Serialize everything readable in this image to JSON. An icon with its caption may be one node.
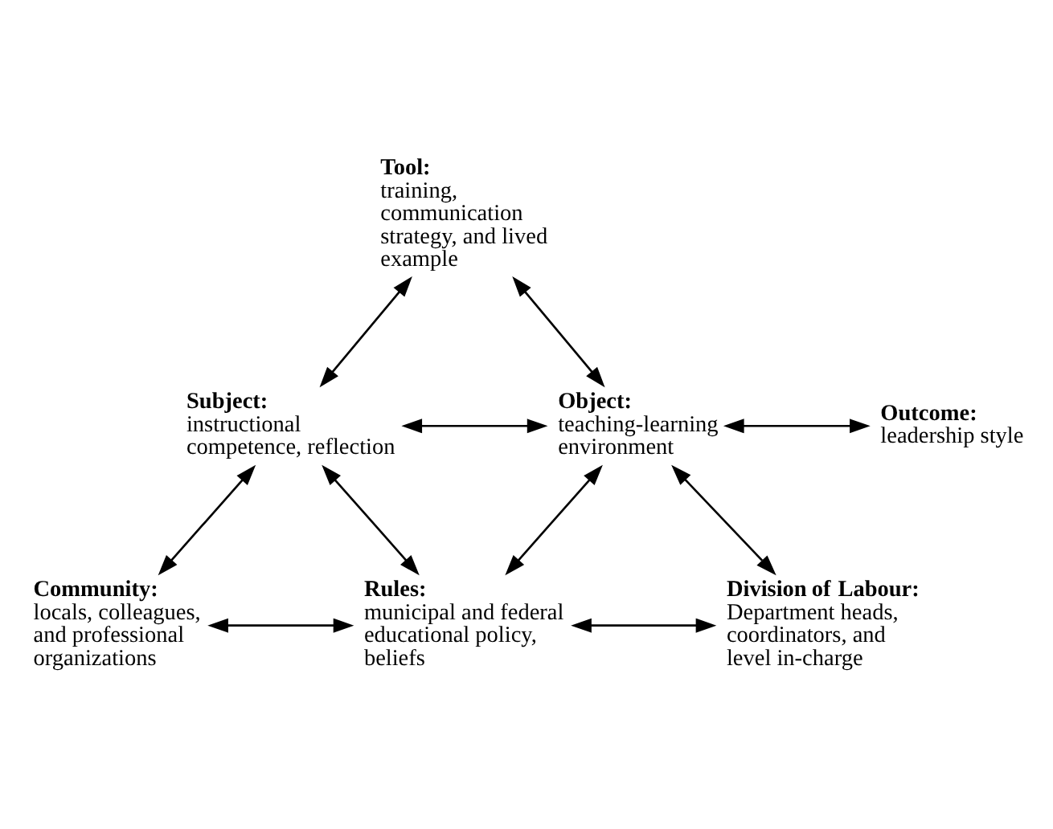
{
  "diagram": {
    "nodes": [
      {
        "text": [
          "**Tool:** training, communication strategy, and lived example"
        ]
      },
      {
        "text": [
          "**Subject:** instructional competence, reflection"
        ]
      },
      {
        "text": [
          "**Object:** teaching-learning environment"
        ]
      },
      {
        "text": [
          "**Outcome:** leadership style"
        ]
      },
      {
        "text": [
          "**Community:** locals, colleagues, and professional organizations"
        ]
      },
      {
        "text": [
          "**Rules:** municipal and federal educational policy, beliefs"
        ]
      },
      {
        "text": [
          "**Division of Labour:** Department heads, coordinators, and level in-charge"
        ]
      }
    ],
    "edges": [
      {
        "from": 0,
        "to": 1,
        "arrow": "both"
      },
      {
        "from": 0,
        "to": 2,
        "arrow": "both"
      },
      {
        "from": 1,
        "to": 2,
        "arrow": "both"
      },
      {
        "from": 2,
        "to": 3,
        "arrow": "both"
      },
      {
        "from": 1,
        "to": 4,
        "arrow": "both"
      },
      {
        "from": 1,
        "to": 5,
        "arrow": "both"
      },
      {
        "from": 2,
        "to": 5,
        "arrow": "both"
      },
      {
        "from": 2,
        "to": 6,
        "arrow": "both"
      },
      {
        "from": 4,
        "to": 5,
        "arrow": "both"
      },
      {
        "from": 5,
        "to": 6,
        "arrow": "both"
      }
    ]
  }
}
